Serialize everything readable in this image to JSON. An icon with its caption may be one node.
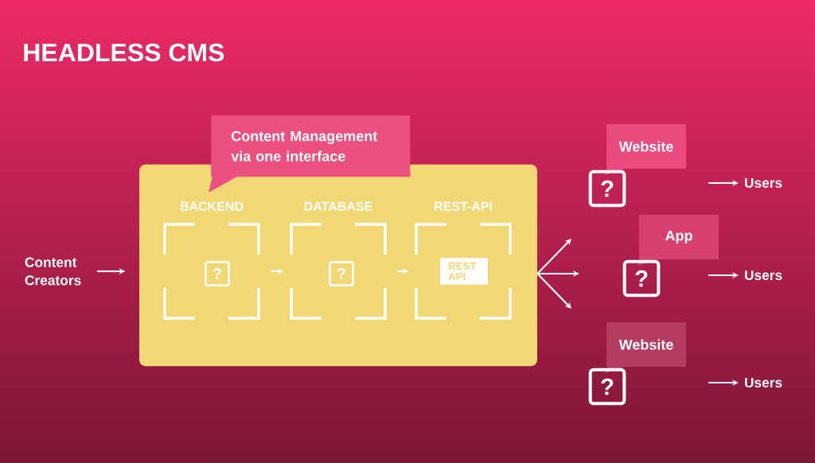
{
  "diagram": {
    "title": "HEADLESS CMS",
    "nodes": [
      {
        "text": [
          "Content Creators"
        ]
      },
      {
        "text": [],
        "shape": "box"
      },
      {
        "text": [
          "Content Management via one interface"
        ]
      },
      {
        "text": [
          "BACKEND"
        ],
        "in": 1
      },
      {
        "text": [
          "?"
        ],
        "in": 3
      },
      {
        "text": [
          "DATABASE"
        ],
        "in": 1
      },
      {
        "text": [
          "?"
        ],
        "in": 5
      },
      {
        "text": [
          "REST-API"
        ],
        "in": 1
      },
      {
        "text": [
          "REST API"
        ],
        "in": 7
      },
      {
        "text": [
          "Website"
        ]
      },
      {
        "text": [
          "?"
        ]
      },
      {
        "text": [
          "Users"
        ]
      },
      {
        "text": [
          "App"
        ]
      },
      {
        "text": [
          "?"
        ]
      },
      {
        "text": [
          "Users"
        ]
      },
      {
        "text": [
          "Website"
        ]
      },
      {
        "text": [
          "?"
        ]
      },
      {
        "text": [
          "Users"
        ]
      }
    ],
    "edges": [
      {
        "from": 0,
        "to": 1,
        "arrow": "to"
      },
      {
        "from": 3,
        "to": 5,
        "arrow": "to"
      },
      {
        "from": 5,
        "to": 7,
        "arrow": "to"
      },
      {
        "from": 1,
        "to": null,
        "arrow": "to"
      },
      {
        "from": 1,
        "to": null,
        "arrow": "to"
      },
      {
        "from": 1,
        "to": null,
        "arrow": "to"
      },
      {
        "from": null,
        "to": 11,
        "arrow": "to"
      },
      {
        "from": null,
        "to": 14,
        "arrow": "to"
      },
      {
        "from": null,
        "to": 17,
        "arrow": "to"
      }
    ]
  }
}
